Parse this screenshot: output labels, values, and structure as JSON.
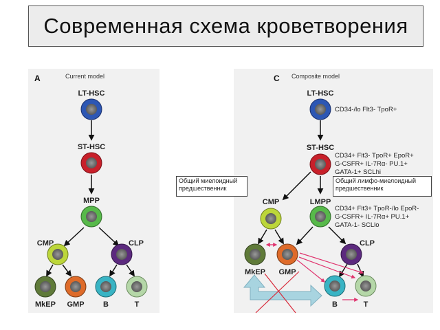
{
  "title": "Современная схема кроветворения",
  "callouts": {
    "myeloid": "Общий миелоидный предшественник",
    "lympho_myeloid": "Общий лимфо-миелоидный предшественник"
  },
  "panel_a": {
    "tag": "A",
    "model": "Current model",
    "nodes": {
      "lt_hsc": "LT-HSC",
      "st_hsc": "ST-HSC",
      "mpp": "MPP",
      "cmp": "CMP",
      "clp": "CLP",
      "mkep": "MkEP",
      "gmp": "GMP",
      "b": "B",
      "t": "T"
    }
  },
  "panel_c": {
    "tag": "C",
    "model": "Composite model",
    "nodes": {
      "lt_hsc": "LT-HSC",
      "st_hsc": "ST-HSC",
      "cmp": "CMP",
      "lmpp": "LMPP",
      "clp": "CLP",
      "mkep": "MkEP",
      "gmp": "GMP",
      "b": "B",
      "t": "T"
    },
    "markers": {
      "lt_hsc": [
        "CD34-/lo Flt3- TpoR+"
      ],
      "st_hsc": [
        "CD34+ Flt3- TpoR+ EpoR+",
        "G-CSFR+ IL-7Rα- PU.1+",
        "GATA-1+ SCLhi"
      ],
      "lmpp": [
        "CD34+ Flt3+ TpoR-/lo EpoR-",
        "G-CSFR+ IL-7Rα+ PU.1+",
        "GATA-1- SCLlo"
      ]
    }
  },
  "colors": {
    "blue": "#2d57b4",
    "red": "#c8202a",
    "green": "#57b94a",
    "yellow_green": "#bcd63a",
    "purple": "#5c2a7e",
    "olive": "#5f7a39",
    "orange": "#de6b2a",
    "teal": "#39b4c4",
    "pale_green": "#b5d7a8",
    "pink_arrow": "#e0356f",
    "light_blue_arrow": "#a8d4e0"
  }
}
